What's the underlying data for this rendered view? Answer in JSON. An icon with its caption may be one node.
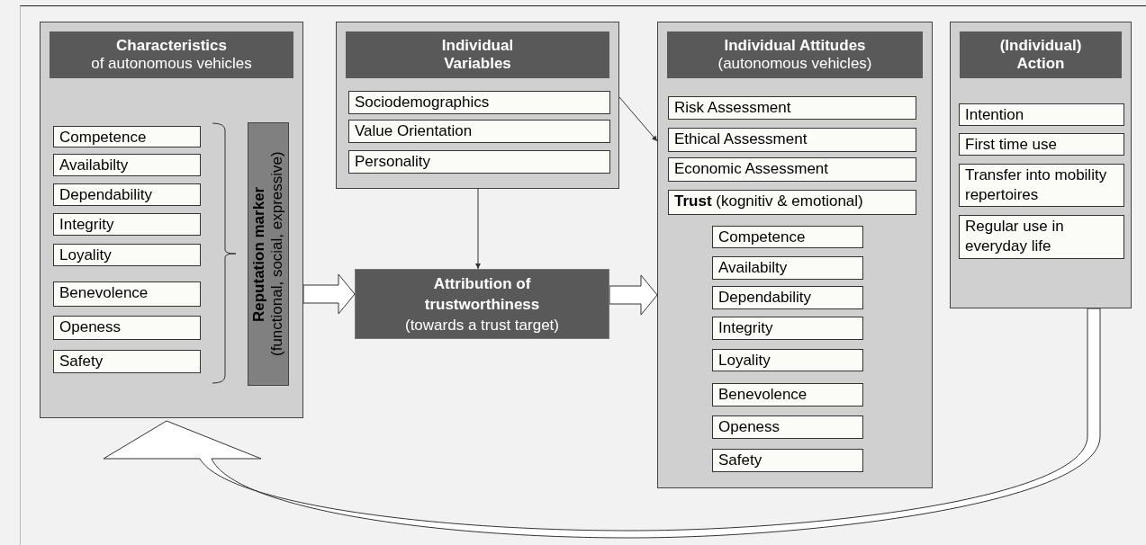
{
  "diagram": {
    "nodes": [
      {
        "text": [
          "Characteristics",
          "of autonomous vehicles"
        ]
      },
      {
        "text": [
          "Competence"
        ],
        "in": 0
      },
      {
        "text": [
          "Availabilty"
        ],
        "in": 0
      },
      {
        "text": [
          "Dependability"
        ],
        "in": 0
      },
      {
        "text": [
          "Integrity"
        ],
        "in": 0
      },
      {
        "text": [
          "Loyality"
        ],
        "in": 0
      },
      {
        "text": [
          "Benevolence"
        ],
        "in": 0
      },
      {
        "text": [
          "Openess"
        ],
        "in": 0
      },
      {
        "text": [
          "Safety"
        ],
        "in": 0
      },
      {
        "text": [
          "Reputation marker",
          "(functional, social, expressive)"
        ],
        "in": 0
      },
      {
        "text": [
          "Individual Variables"
        ]
      },
      {
        "text": [
          "Sociodemographics"
        ],
        "in": 10
      },
      {
        "text": [
          "Value Orientation"
        ],
        "in": 10
      },
      {
        "text": [
          "Personality"
        ],
        "in": 10
      },
      {
        "text": [
          "Attribution of trustworthiness",
          "(towards a trust target)"
        ]
      },
      {
        "text": [
          "Individual Attitudes",
          "(autonomous vehicles)"
        ]
      },
      {
        "text": [
          "Risk Assessment"
        ],
        "in": 15
      },
      {
        "text": [
          "Ethical Assessment"
        ],
        "in": 15
      },
      {
        "text": [
          "Economic Assessment"
        ],
        "in": 15
      },
      {
        "text": [
          "**Trust** (kognitiv & emotional)"
        ],
        "in": 15
      },
      {
        "text": [
          "Competence"
        ],
        "in": 15
      },
      {
        "text": [
          "Availabilty"
        ],
        "in": 15
      },
      {
        "text": [
          "Dependability"
        ],
        "in": 15
      },
      {
        "text": [
          "Integrity"
        ],
        "in": 15
      },
      {
        "text": [
          "Loyality"
        ],
        "in": 15
      },
      {
        "text": [
          "Benevolence"
        ],
        "in": 15
      },
      {
        "text": [
          "Openess"
        ],
        "in": 15
      },
      {
        "text": [
          "Safety"
        ],
        "in": 15
      },
      {
        "text": [
          "(Individual) Action"
        ]
      },
      {
        "text": [
          "Intention"
        ],
        "in": 28
      },
      {
        "text": [
          "First time use"
        ],
        "in": 28
      },
      {
        "text": [
          "Transfer into mobility repertoires"
        ],
        "in": 28
      },
      {
        "text": [
          "Regular use in everyday life"
        ],
        "in": 28
      }
    ],
    "edges": [
      {
        "from": 10,
        "to": 14,
        "arrow": "to"
      },
      {
        "from": 10,
        "to": 15,
        "arrow": "to"
      },
      {
        "from": 0,
        "to": 14,
        "arrow": "to",
        "style": "thick"
      },
      {
        "from": 14,
        "to": 15,
        "arrow": "to",
        "style": "thick"
      },
      {
        "from": 28,
        "to": 0,
        "arrow": "to",
        "style": "thick"
      }
    ]
  }
}
